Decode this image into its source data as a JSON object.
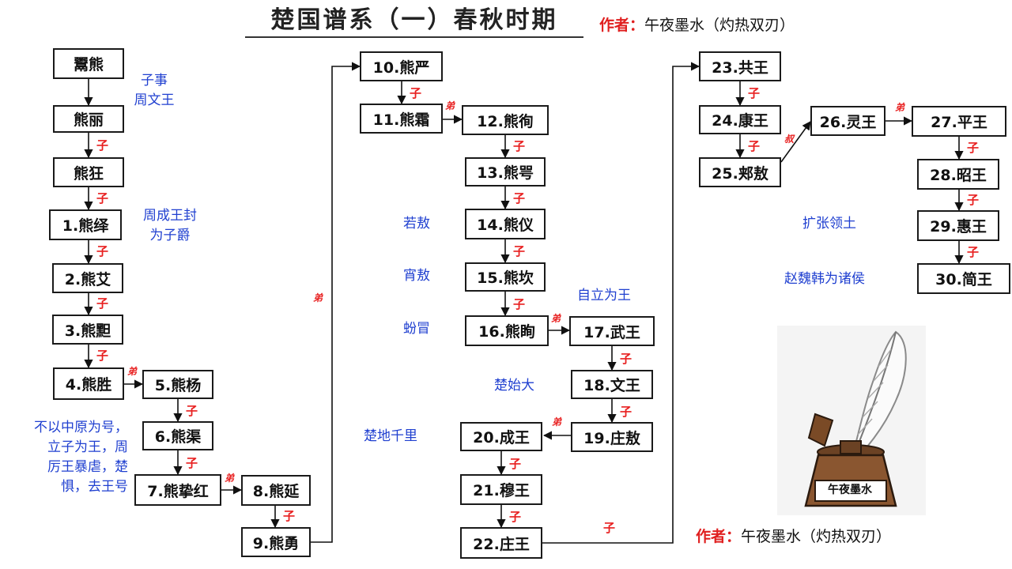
{
  "header": {
    "title": "楚国谱系（一）春秋时期",
    "author_label": "作者",
    "author_colon": "：",
    "author_value": "午夜墨水（灼热双刃）"
  },
  "footer": {
    "author_label": "作者",
    "author_colon": "：",
    "author_value": "午夜墨水（灼热双刃）"
  },
  "logo": {
    "label": "午夜墨水",
    "icon": "inkwell-quill-icon"
  },
  "colors": {
    "relation": "#e82020",
    "note": "#2040d0",
    "author": "#e02020",
    "box_border": "#1a1a1a"
  },
  "nodes": {
    "yuxiong": "鬻熊",
    "xiongli": "熊丽",
    "xiongkuang": "熊狂",
    "n1": "1.熊绎",
    "n2": "2.熊艾",
    "n3": "3.熊䵣",
    "n4": "4.熊胜",
    "n5": "5.熊杨",
    "n6": "6.熊渠",
    "n7": "7.熊挚红",
    "n8": "8.熊延",
    "n9": "9.熊勇",
    "n10": "10.熊严",
    "n11": "11.熊霜",
    "n12": "12.熊徇",
    "n13": "13.熊咢",
    "n14": "14.熊仪",
    "n15": "15.熊坎",
    "n16": "16.熊眴",
    "n17": "17.武王",
    "n18": "18.文王",
    "n19": "19.庄敖",
    "n20": "20.成王",
    "n21": "21.穆王",
    "n22": "22.庄王",
    "n23": "23.共王",
    "n24": "24.康王",
    "n25": "25.郏敖",
    "n26": "26.灵王",
    "n27": "27.平王",
    "n28": "28.昭王",
    "n29": "29.惠王",
    "n30": "30.简王"
  },
  "relations": {
    "son": "子",
    "brother": "弟",
    "uncle": "叔"
  },
  "notes": {
    "zishi": [
      "子事",
      "周文王"
    ],
    "chengwang": [
      "周成王封",
      "为子爵"
    ],
    "buyi": [
      "不以中原为号，",
      "立子为王，周",
      "厉王暴虐，楚",
      "惧，去王号"
    ],
    "ruoao": "若敖",
    "xiao_ao": "宵敖",
    "fenmao": "蚡冒",
    "zili": "自立为王",
    "chushida": "楚始大",
    "chudi": "楚地千里",
    "kuozhang": "扩张领土",
    "zhaowei": "赵魏韩为诸侯"
  }
}
